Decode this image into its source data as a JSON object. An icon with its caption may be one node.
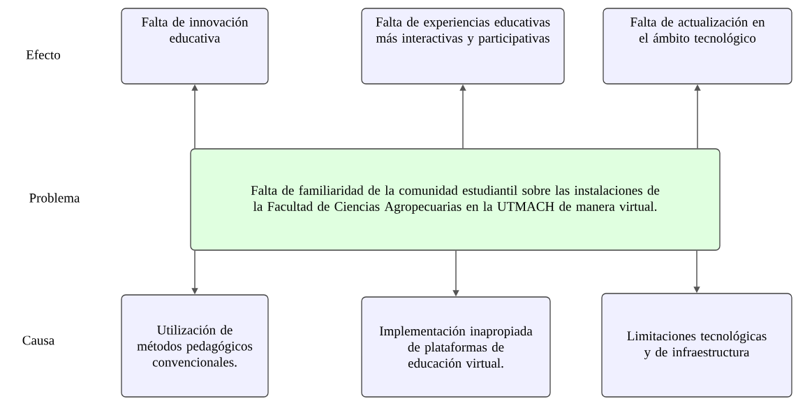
{
  "diagram": {
    "nodes": [
      {
        "text": [
          "Falta de innovación educativa"
        ]
      },
      {
        "text": [
          "Falta de experiencias educativas más interactivas y participativas"
        ]
      },
      {
        "text": [
          "Falta de actualización en el ámbito tecnológico"
        ]
      },
      {
        "text": [
          "Falta de familiaridad de la comunidad estudiantil sobre las instalaciones de la Facultad de Ciencias Agropecuarias en la UTMACH de manera virtual."
        ]
      },
      {
        "text": [
          "Utilización de métodos pedagógicos convencionales."
        ]
      },
      {
        "text": [
          "Implementación inapropiada de plataformas de educación virtual."
        ]
      },
      {
        "text": [
          "Limitaciones tecnológicas y de infraestructura"
        ]
      }
    ],
    "edges": [
      {
        "from": 3,
        "to": 0,
        "arrow": "to"
      },
      {
        "from": 3,
        "to": 1,
        "arrow": "to"
      },
      {
        "from": 3,
        "to": 2,
        "arrow": "to"
      },
      {
        "from": 3,
        "to": 4,
        "arrow": "to"
      },
      {
        "from": 3,
        "to": 5,
        "arrow": "to"
      },
      {
        "from": 3,
        "to": 6,
        "arrow": "to"
      }
    ],
    "labels": [
      "Efecto",
      "Problema",
      "Causa"
    ]
  }
}
